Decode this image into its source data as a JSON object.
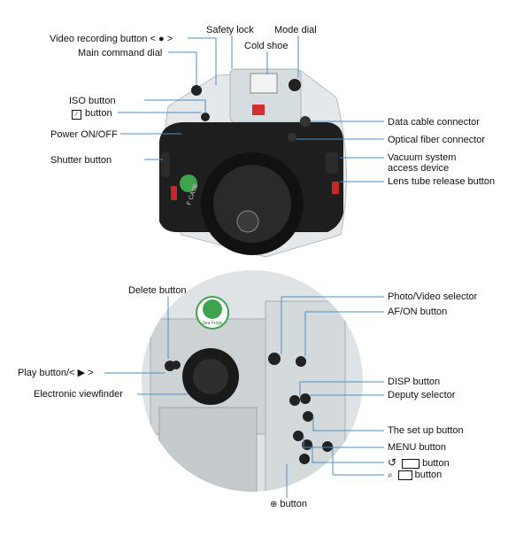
{
  "top_diagram": {
    "labels": {
      "video_recording": "Video recording button < ● >",
      "main_command_dial": "Main command dial",
      "safety_lock": "Safety lock",
      "mode_dial": "Mode dial",
      "cold_shoe": "Cold shoe",
      "iso_button": "ISO button",
      "exposure_button": "button",
      "power": "Power ON/OFF",
      "shutter": "Shutter button",
      "data_cable": "Data cable connector",
      "optical_fiber": "Optical fiber connector",
      "vacuum": "Vacuum system",
      "vacuum2": "access device",
      "lens_release": "Lens tube release button"
    },
    "case_text": "F CASE"
  },
  "bottom_diagram": {
    "labels": {
      "delete": "Delete button",
      "play": "Play button/< ▶ >",
      "evf": "Electronic viewfinder",
      "photo_video": "Photo/Video selector",
      "afon": "AF/ON button",
      "disp": "DISP button",
      "deputy": "Deputy selector",
      "setup": "The set up button",
      "menu": "MENU button",
      "timer": "button",
      "info": "button",
      "zoom": "button"
    },
    "badge_text": "Sea Frogs"
  },
  "colors": {
    "leader": "#4a90c8",
    "housing_dark": "#1c1c1c",
    "housing_clear": "#d8dde0",
    "release_red": "#c62828"
  }
}
